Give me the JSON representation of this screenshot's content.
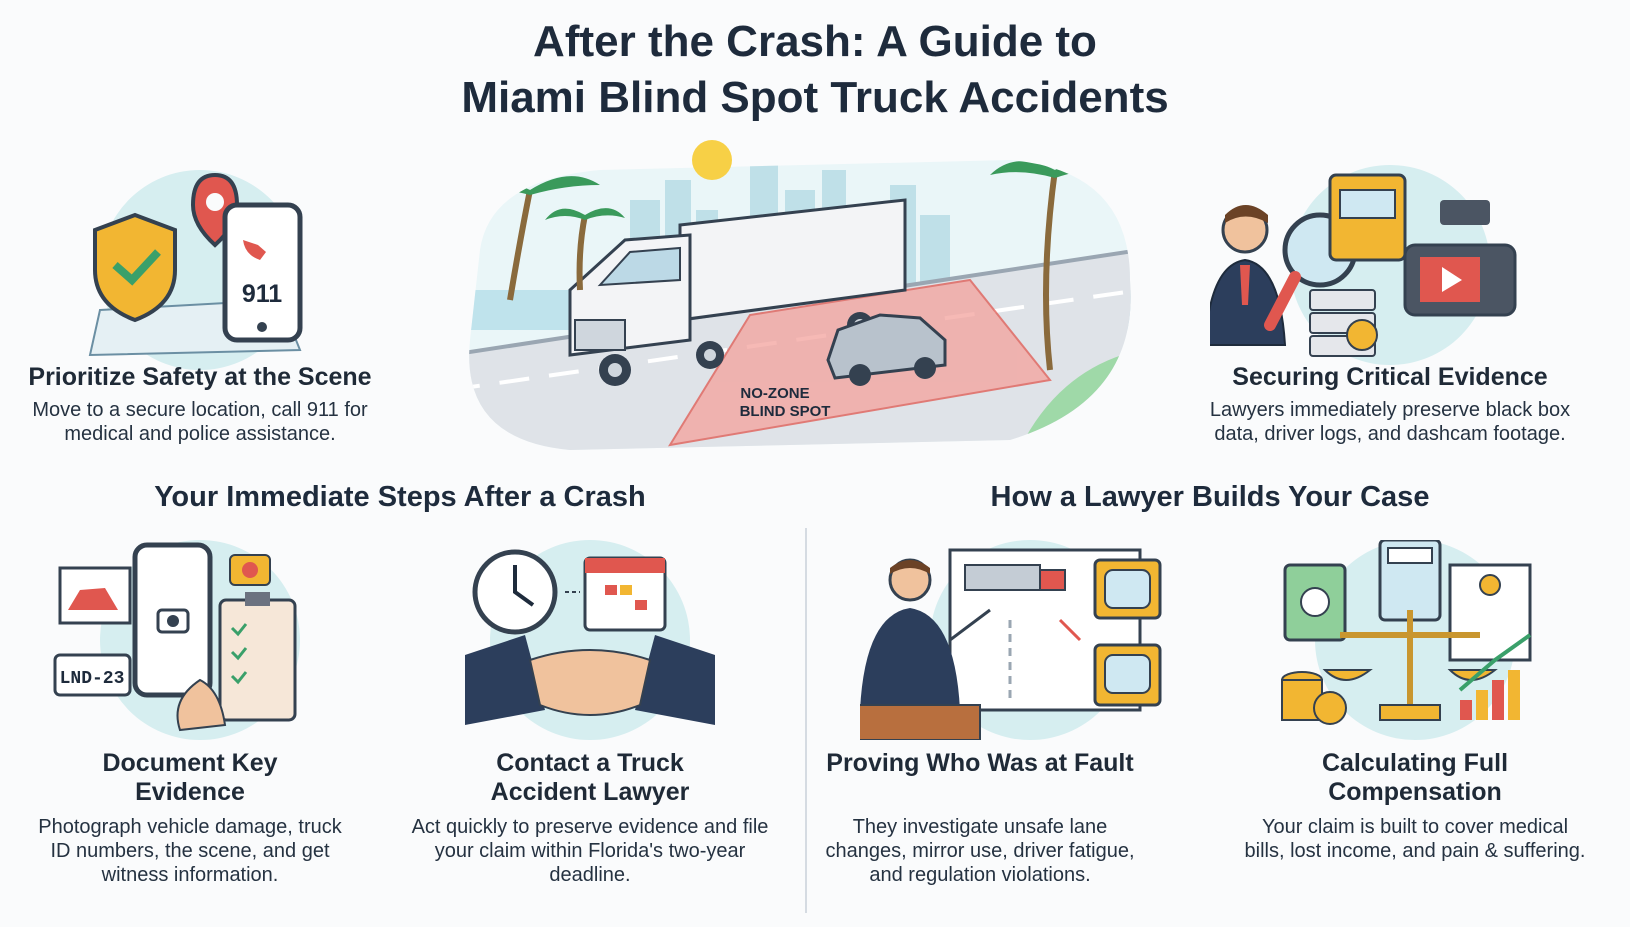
{
  "title": {
    "line1": "After the Crash: A Guide to",
    "line2": "Miami Blind Spot Truck Accidents"
  },
  "hero": {
    "zone_label_1": "NO-ZONE",
    "zone_label_2": "BLIND SPOT"
  },
  "top_left": {
    "title": "Prioritize Safety at the Scene",
    "text_1": "Move to a secure location, call 911 for",
    "text_2": "medical and police assistance.",
    "phone_text": "911"
  },
  "top_right": {
    "title": "Securing Critical Evidence",
    "text_1": "Lawyers immediately preserve black box",
    "text_2": "data, driver logs, and dashcam footage."
  },
  "sections": {
    "left": "Your Immediate Steps After a Crash",
    "right": "How a Lawyer Builds Your Case"
  },
  "steps": [
    {
      "title_1": "Document Key",
      "title_2": "Evidence",
      "text_1": "Photograph vehicle damage, truck",
      "text_2": "ID numbers, the scene, and get",
      "text_3": "witness information.",
      "plate": "LND-23"
    },
    {
      "title_1": "Contact a Truck",
      "title_2": "Accident Lawyer",
      "text_1": "Act quickly to preserve evidence and file",
      "text_2": "your claim within Florida's two-year",
      "text_3": "deadline."
    },
    {
      "title_1": "Proving Who Was at Fault",
      "text_1": "They investigate unsafe lane",
      "text_2": "changes, mirror use, driver fatigue,",
      "text_3": "and regulation violations."
    },
    {
      "title_1": "Calculating Full",
      "title_2": "Compensation",
      "text_1": "Your claim is built to cover medical",
      "text_2": "bills, lost income, and pain & suffering."
    }
  ],
  "colors": {
    "teal_circle": "#d6eef0",
    "navy": "#1e2b3c",
    "accent_red": "#e0574f",
    "accent_yellow": "#f2b632",
    "blind_zone": "#f4a29d"
  },
  "icons": [
    "shield-check-icon",
    "location-pin-icon",
    "phone-icon",
    "magnifier-icon",
    "dashcam-icon",
    "server-icon",
    "camera-icon",
    "clipboard-icon",
    "clock-icon",
    "calendar-icon",
    "handshake-icon",
    "mirror-icon",
    "scales-icon",
    "calculator-icon",
    "money-icon",
    "coins-icon",
    "bar-chart-icon"
  ]
}
